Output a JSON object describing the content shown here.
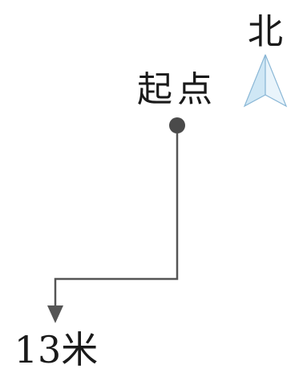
{
  "compass": {
    "north_label": "北",
    "icon": "north-arrow-icon",
    "fill_color": "#cfe7f5",
    "stroke_color": "#8ab7d6"
  },
  "start": {
    "label": "起点",
    "marker_color": "#4a4a4a"
  },
  "path": {
    "line_color": "#555555",
    "distance_label": "13米"
  }
}
